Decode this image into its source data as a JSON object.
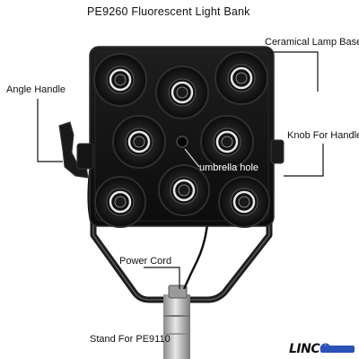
{
  "title": "PE9260 Fluorescent Light Bank",
  "callouts": {
    "ceramical_lamp_base": "Ceramical Lamp Base",
    "angle_handle": "Angle Handle",
    "knob_for_handle": "Knob For Handle",
    "umbrella_hole": "umbrella hole",
    "power_cord": "Power Cord",
    "stand": "Stand For PE9110"
  },
  "brand": {
    "part1": "LINC",
    "part2": "O"
  },
  "colors": {
    "panel": "#141414",
    "socket_ring": "#2a2a2a",
    "socket_highlight": "#e6e6e6",
    "yoke": "#222222",
    "stand_metal": "#b9b9b9",
    "brand_blue": "#2c52b8"
  }
}
